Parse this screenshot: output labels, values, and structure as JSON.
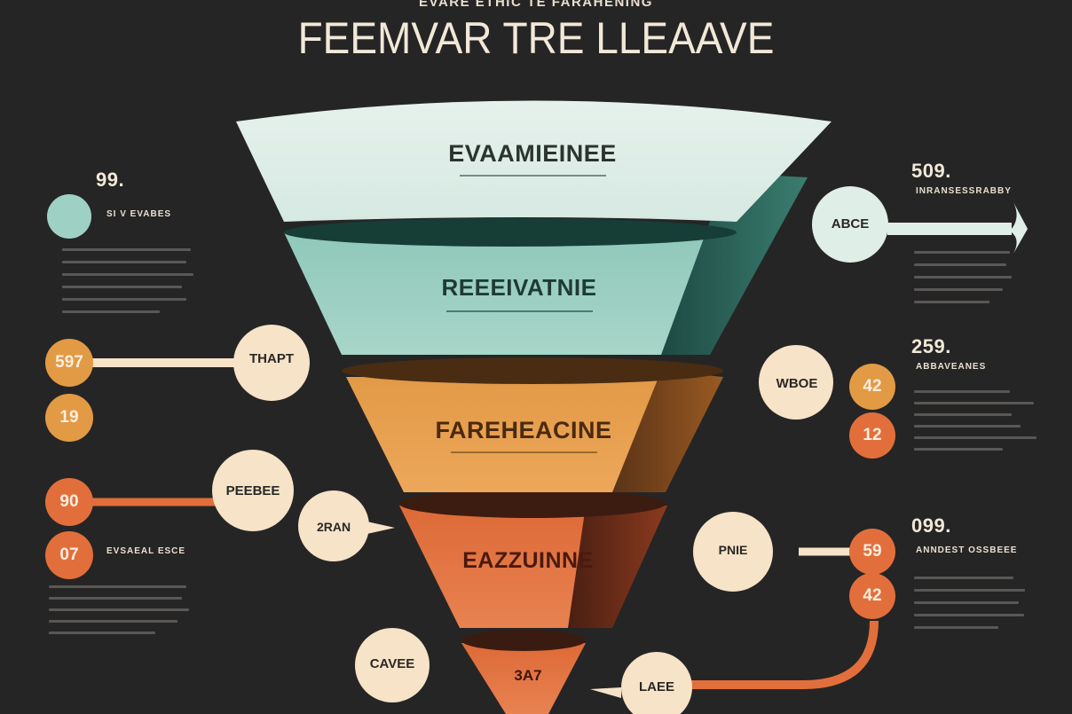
{
  "colors": {
    "background": "#262525",
    "cream": "#f6e3c8",
    "mint": "#dfeee6",
    "teal": "#9ed1c3",
    "orange": "#e39a45",
    "burnt": "#e26f3b",
    "darkteal": "#1e4a44"
  },
  "header": {
    "supertitle": "EVARE ETHIC TE FARAHENING",
    "title": "FEEMVAR TRE LLEAAVE"
  },
  "funnel": {
    "tier1": {
      "label": "EVAAMIEINEE"
    },
    "tier2": {
      "label": "REEEIVATNIE"
    },
    "tier3": {
      "label": "FAREHEACINE"
    },
    "tier4": {
      "label": "EAZZUINNE"
    },
    "tier5": {
      "label": "3A7"
    }
  },
  "left": {
    "stat1": "99.",
    "heading1": "SI V EVABES",
    "badge1": "597",
    "badge1_label": "THAPT",
    "badge2": "19",
    "badge3": "90",
    "badge3_label": "PEEBEE",
    "badge3b_label": "2RAN",
    "badge4": "07",
    "heading2": "EVSAEAL ESCE",
    "bottom_label": "CAVEE"
  },
  "right": {
    "stat1": "509.",
    "heading1": "INRANSESSRABBY",
    "badge1_label": "ABCE",
    "stat2": "259.",
    "heading2": "ABBAVEANES",
    "badge2_label": "WBOE",
    "badge2_num": "42",
    "badge3_num": "12",
    "stat3": "099.",
    "heading3": "ANNDEST OSSBEEE",
    "badge4_label": "PNIE",
    "badge4_num": "59",
    "badge5_num": "42",
    "bottom_label": "LAEE"
  }
}
